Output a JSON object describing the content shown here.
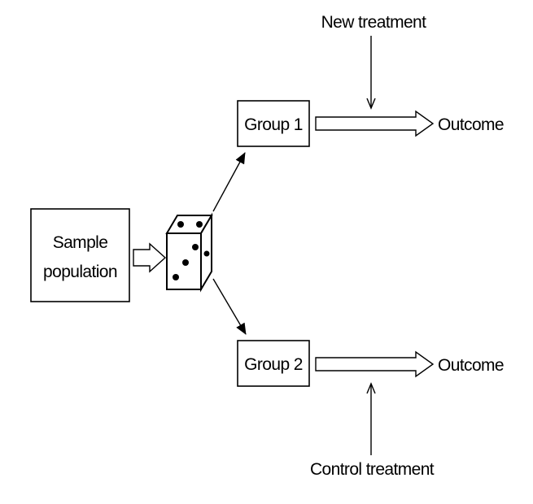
{
  "diagram": {
    "sample_population_line1": "Sample",
    "sample_population_line2": "population",
    "group1": "Group 1",
    "group2": "Group 2",
    "outcome_top": "Outcome",
    "outcome_bottom": "Outcome",
    "new_treatment": "New treatment",
    "control_treatment": "Control treatment"
  }
}
